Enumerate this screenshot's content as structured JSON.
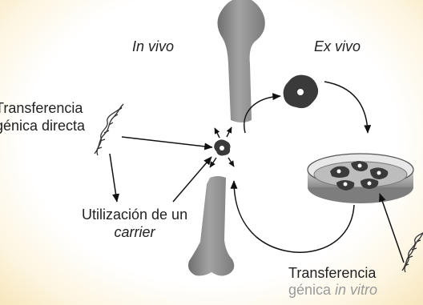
{
  "labels": {
    "in_vivo": "In vivo",
    "ex_vivo": "Ex vivo",
    "direct_line1": "Transferencia",
    "direct_line2": "génica directa",
    "carrier_line1": "Utilización de un",
    "carrier_line2": "carrier",
    "invitro_line1": "Transferencia",
    "invitro_line2a": "génica ",
    "invitro_line2b": "in vitro"
  },
  "colors": {
    "background": "#ffffff",
    "border_glow": "#f8e7bd",
    "bone": "#8c8c8c",
    "arrow": "#111111",
    "cell": "#3a3a3a",
    "dish": "#6f6f6f"
  },
  "icons": [
    "bone-icon",
    "dna-helix-icon",
    "cell-icon",
    "petri-dish-icon"
  ]
}
